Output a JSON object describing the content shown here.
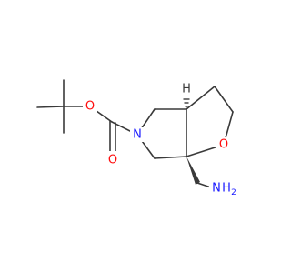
{
  "molecule": {
    "atom_labels": {
      "ester_oxygen": "O",
      "carbonyl_oxygen": "O",
      "ring_nitrogen": "N",
      "ring_oxygen": "O",
      "amine_nitrogen": "N",
      "amine_hydrogen": "H",
      "amine_subscript": "2",
      "stereo_hydrogen": "H"
    },
    "colors": {
      "carbon_bond": "#3a3a3a",
      "oxygen": "#ff0d0d",
      "nitrogen": "#1a1aff"
    }
  }
}
